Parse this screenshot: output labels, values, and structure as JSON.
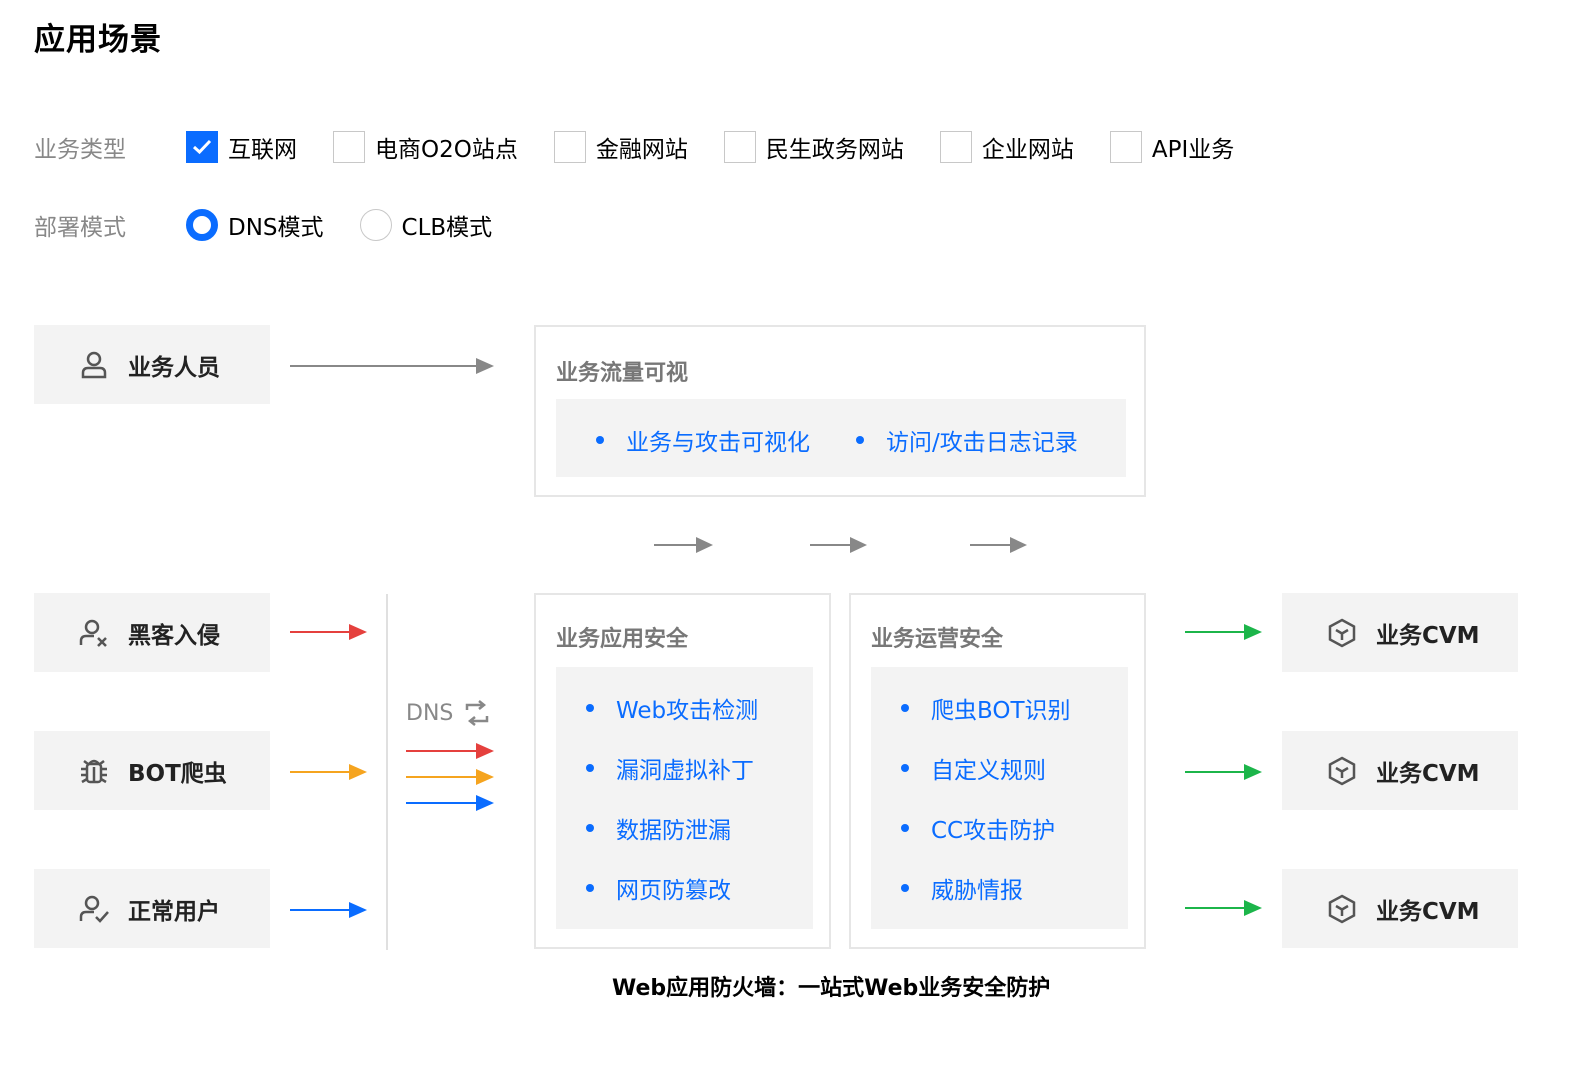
{
  "page_title": "应用场景",
  "filters": {
    "business_type": {
      "label": "业务类型",
      "options": [
        {
          "label": "互联网",
          "checked": true
        },
        {
          "label": "电商O2O站点",
          "checked": false
        },
        {
          "label": "金融网站",
          "checked": false
        },
        {
          "label": "民生政务网站",
          "checked": false
        },
        {
          "label": "企业网站",
          "checked": false
        },
        {
          "label": "API业务",
          "checked": false
        }
      ]
    },
    "deploy_mode": {
      "label": "部署模式",
      "options": [
        {
          "label": "DNS模式",
          "selected": true
        },
        {
          "label": "CLB模式",
          "selected": false
        }
      ]
    }
  },
  "diagram": {
    "sources": [
      {
        "label": "业务人员",
        "icon": "user-icon"
      },
      {
        "label": "黑客入侵",
        "icon": "hacker-user-icon"
      },
      {
        "label": "BOT爬虫",
        "icon": "bug-icon"
      },
      {
        "label": "正常用户",
        "icon": "verified-user-icon"
      }
    ],
    "dns_label": "DNS",
    "traffic_panel": {
      "title": "业务流量可视",
      "items": [
        "业务与攻击可视化",
        "访问/攻击日志记录"
      ]
    },
    "app_security_panel": {
      "title": "业务应用安全",
      "items": [
        "Web攻击检测",
        "漏洞虚拟补丁",
        "数据防泄漏",
        "网页防篡改"
      ]
    },
    "ops_security_panel": {
      "title": "业务运营安全",
      "items": [
        "爬虫BOT识别",
        "自定义规则",
        "CC攻击防护",
        "威胁情报"
      ]
    },
    "targets": [
      {
        "label": "业务CVM",
        "icon": "cvm-cube-icon"
      },
      {
        "label": "业务CVM",
        "icon": "cvm-cube-icon"
      },
      {
        "label": "业务CVM",
        "icon": "cvm-cube-icon"
      }
    ],
    "caption": "Web应用防火墙：一站式Web业务安全防护",
    "colors": {
      "accent": "#0a6cff",
      "attack": "#e5403d",
      "bot": "#f5a41f",
      "normal": "#0a6cff",
      "allowed": "#1cb54a",
      "neutral": "#888888"
    }
  }
}
